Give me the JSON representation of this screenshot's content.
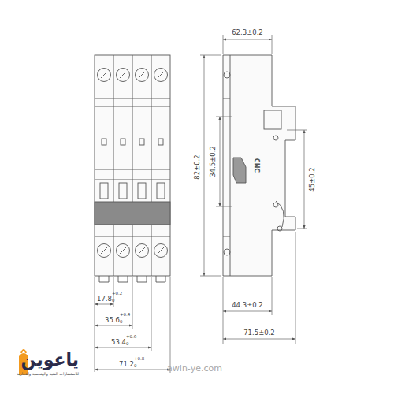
{
  "diagram": {
    "labels": [
      "62.3±0.2",
      "82±0.2",
      "34.5±0.2",
      "CNC",
      "45±0.2",
      "44.3±0.2",
      "71.5±0.2",
      "17.8",
      "+0.2",
      "0",
      "35.6",
      "+0.4",
      "0",
      "53.4",
      "+0.6",
      "0",
      "71.2",
      "+0.8",
      "0",
      "ياعوين",
      "للاستشارات الفنية والهندسية والتجارية",
      "awin-ye.com"
    ]
  }
}
